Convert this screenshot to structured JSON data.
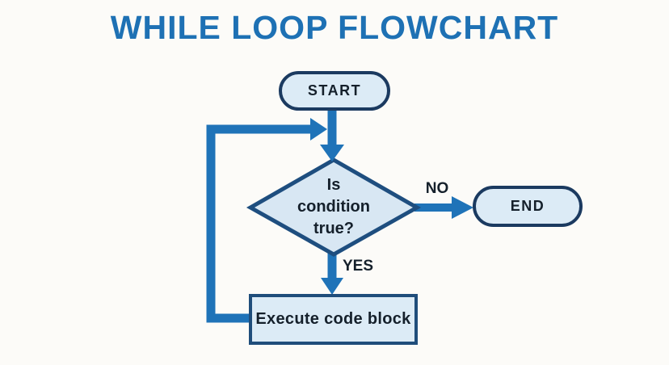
{
  "title": {
    "text": "WHILE LOOP FLOWCHART"
  },
  "nodes": {
    "start": {
      "label": "START",
      "shape": "terminator"
    },
    "condition": {
      "shape": "decision",
      "label_lines": [
        "Is",
        "condition",
        "true?"
      ]
    },
    "end": {
      "label": "END",
      "shape": "terminator"
    },
    "process": {
      "label": "Execute code block",
      "shape": "process"
    }
  },
  "edge_labels": {
    "no": "NO",
    "yes": "YES"
  },
  "colors": {
    "title": "#1e71b4",
    "arrow": "#1f73b8",
    "node_fill": "#dcebf6",
    "terminator_border": "#1b3a60",
    "decision_border": "#1e4e7f",
    "process_border": "#1f4d7b",
    "text": "#15202b",
    "background": "#fcfbf8"
  }
}
